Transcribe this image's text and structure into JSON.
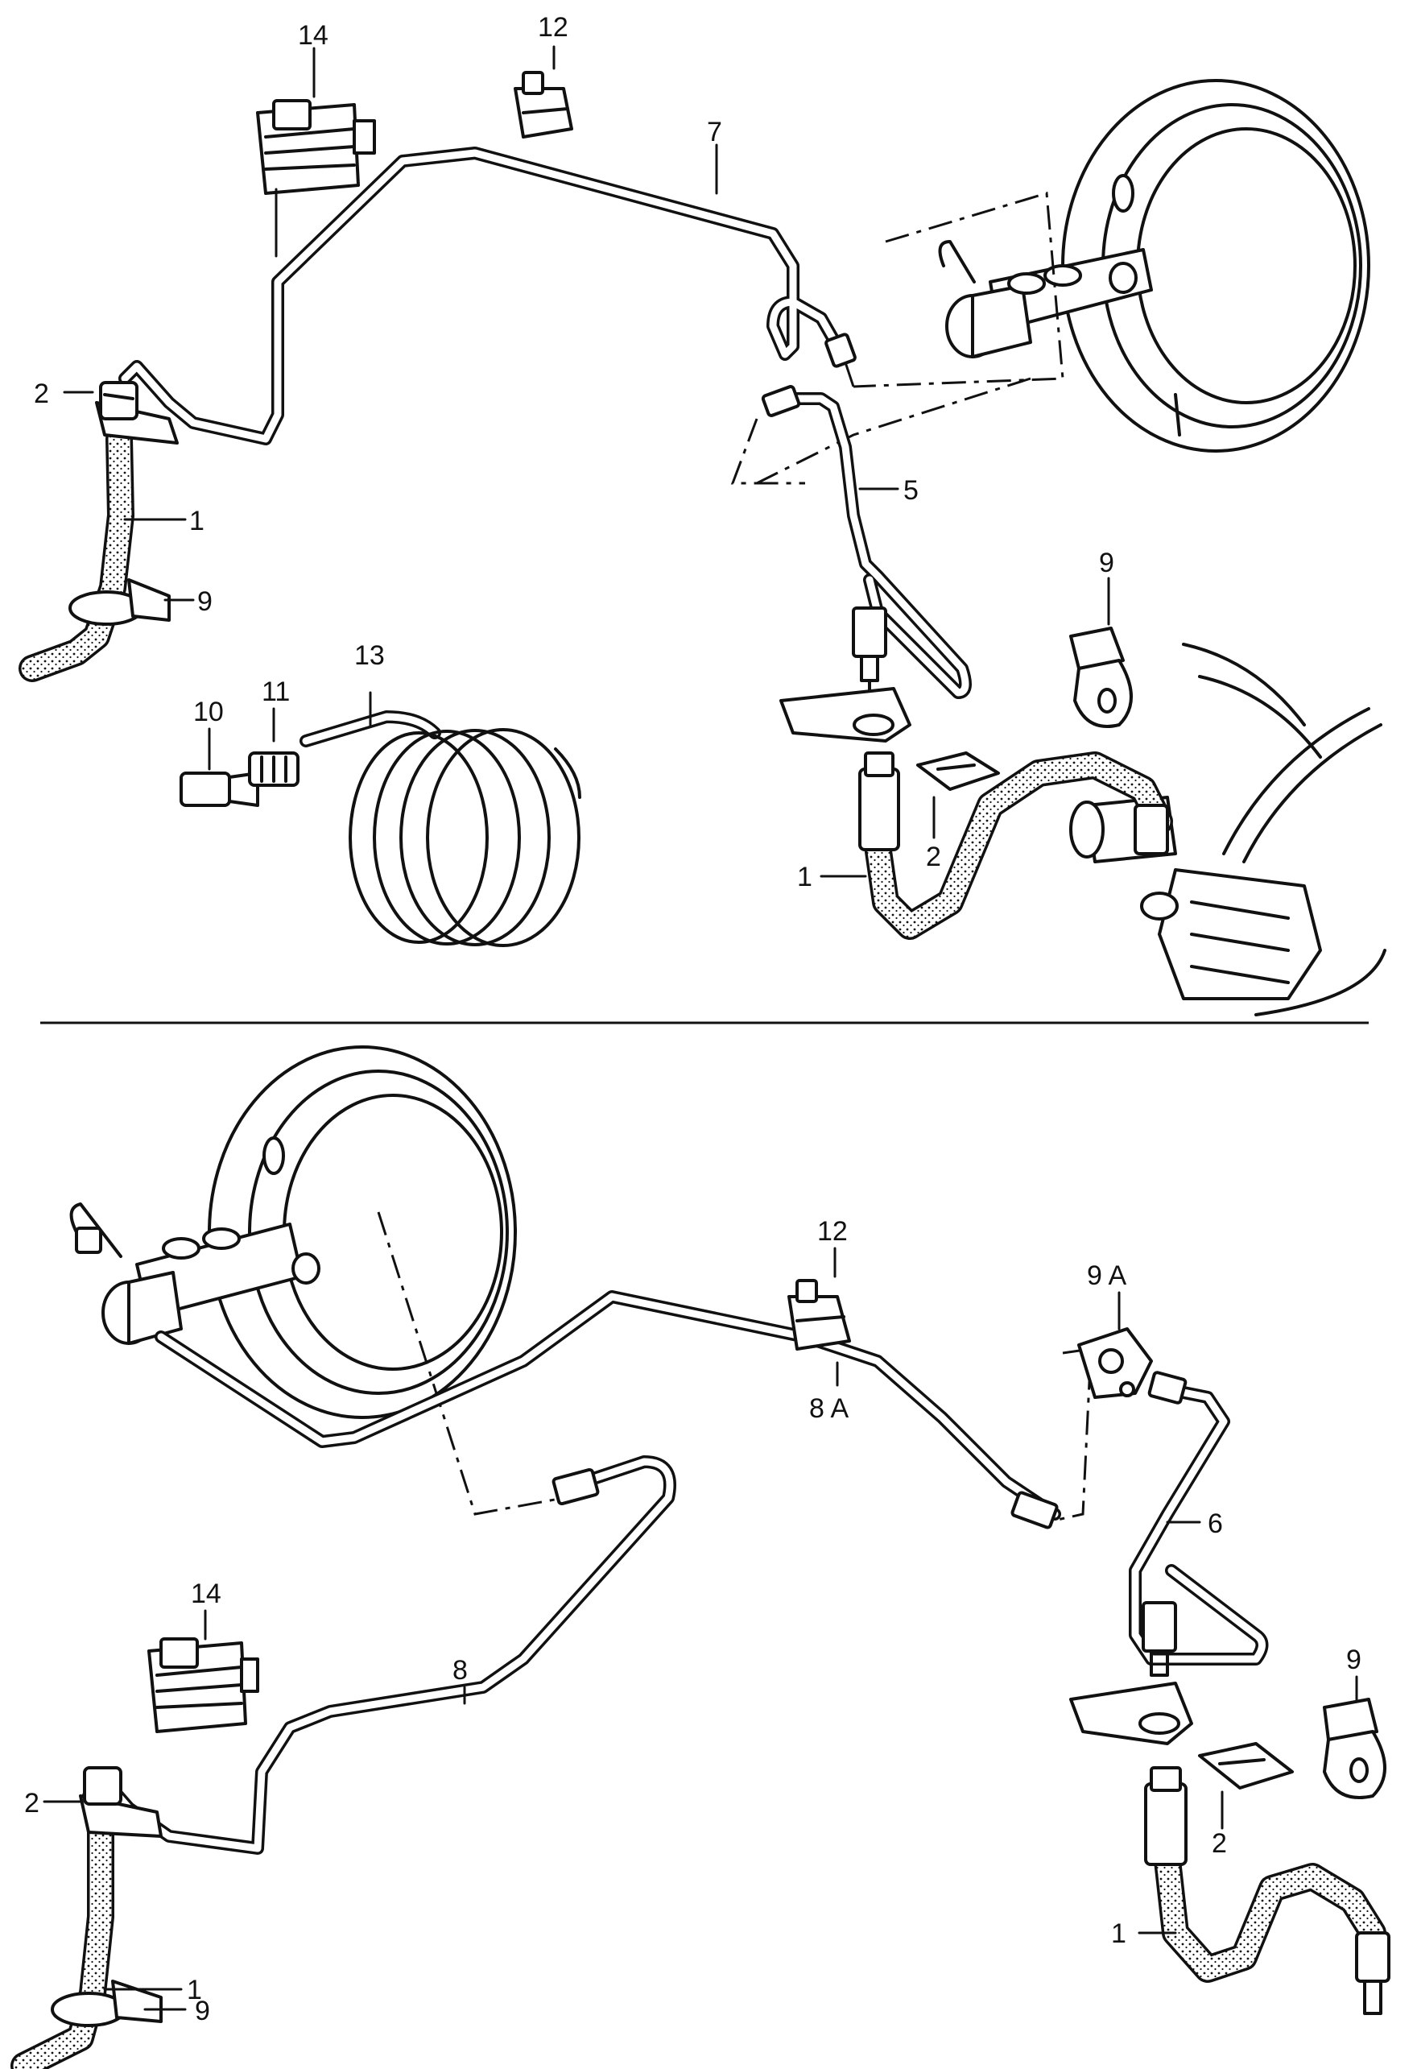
{
  "labels": {
    "top": {
      "l14": "14",
      "l12": "12",
      "l7": "7",
      "l2a": "2",
      "l1a": "1",
      "l9a": "9",
      "l5": "5",
      "l9b": "9",
      "l13": "13",
      "l10": "10",
      "l11": "11",
      "l2b": "2",
      "l1b": "1"
    },
    "bottom": {
      "l12": "12",
      "l9A": "9 A",
      "l8A": "8 A",
      "l6": "6",
      "l14": "14",
      "l8": "8",
      "l9a": "9",
      "l2a": "2",
      "l1a": "1",
      "l9b": "9",
      "l2b": "2",
      "l1b": "1"
    }
  }
}
